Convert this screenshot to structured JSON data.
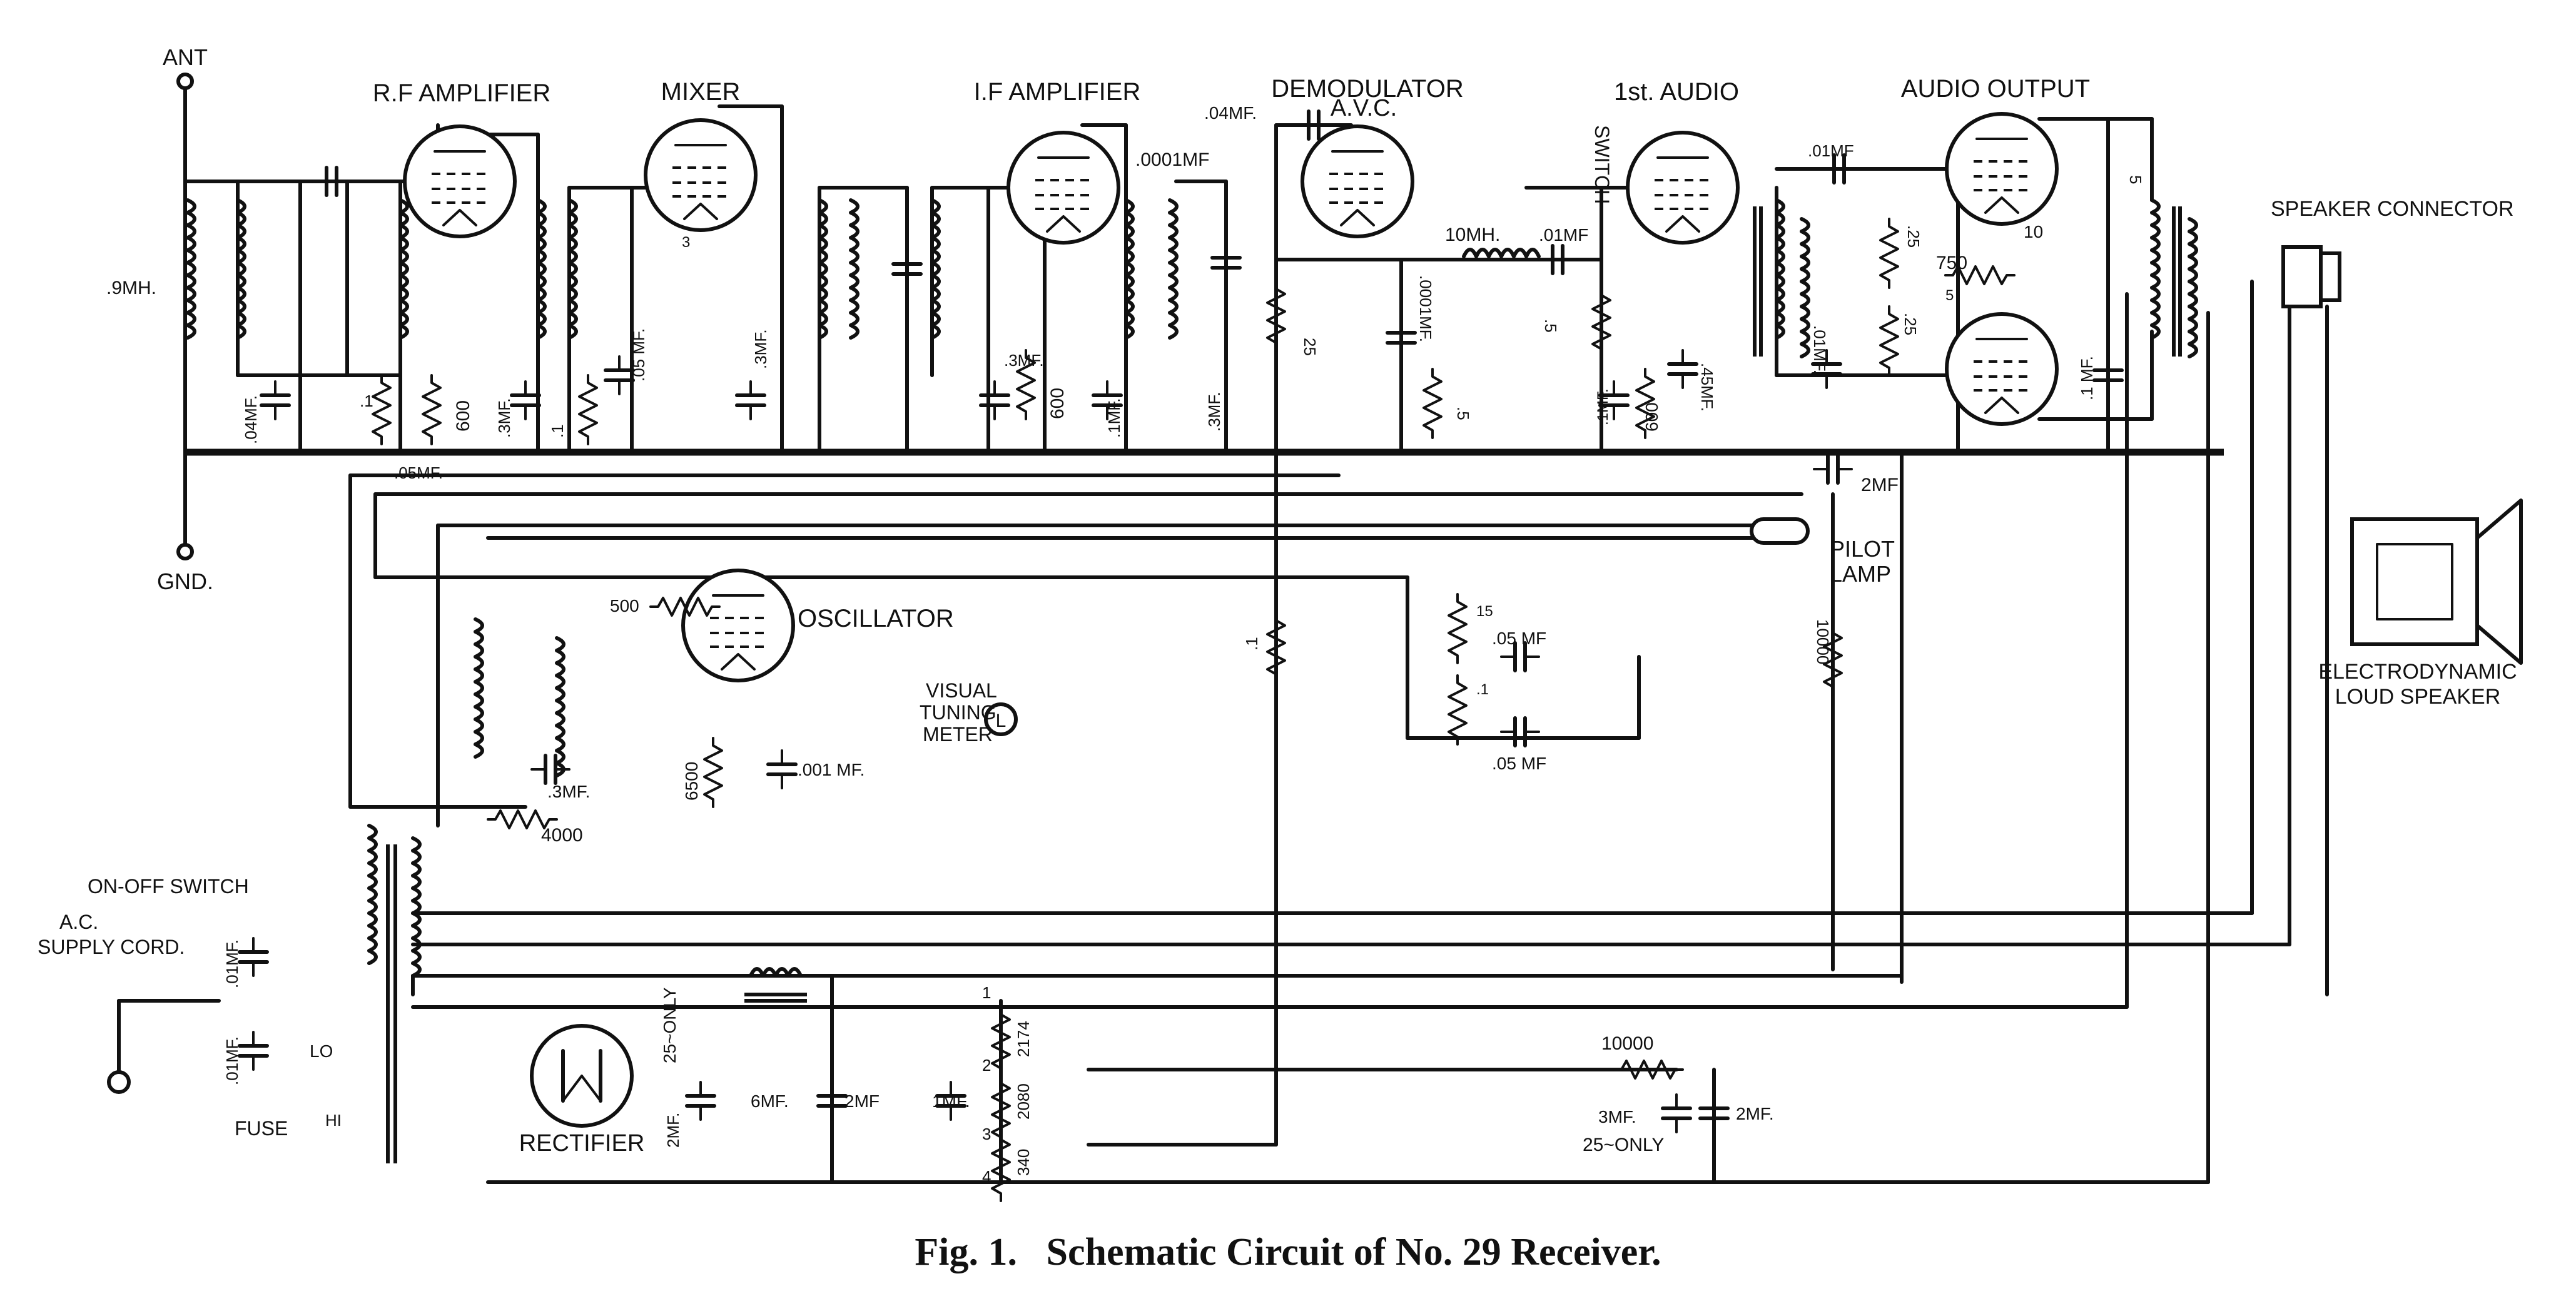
{
  "caption": "Fig. 1.   Schematic Circuit of No. 29 Receiver.",
  "stage_labels": {
    "rf_amplifier": "R.F AMPLIFIER",
    "mixer": "MIXER",
    "if_amplifier": "I.F AMPLIFIER",
    "demodulator": "DEMODULATOR",
    "avc": "A.V.C.",
    "first_audio": "1st. AUDIO",
    "audio_output": "AUDIO OUTPUT",
    "oscillator": "OSCILLATOR",
    "rectifier": "RECTIFIER"
  },
  "terminals": {
    "ant": "ANT",
    "gnd": "GND."
  },
  "callouts": {
    "speaker_connector": "SPEAKER CONNECTOR",
    "loudspeaker_line1": "ELECTRODYNAMIC",
    "loudspeaker_line2": "LOUD SPEAKER",
    "pilot_line1": "PILOT",
    "pilot_line2": "LAMP",
    "meter_line1": "VISUAL",
    "meter_line2": "TUNING",
    "meter_line3": "METER",
    "meter_symbol": "L",
    "switch": "SWITCH",
    "on_off_switch": "ON-OFF SWITCH",
    "ac_line1": "A.C.",
    "ac_line2": "SUPPLY CORD.",
    "fuse": "FUSE",
    "lo": "LO",
    "hi": "HI",
    "only_25_a": "25~ONLY",
    "only_25_b": "25~ONLY"
  },
  "component_values": {
    "ant_coil": ".9MH.",
    "c_04": ".04MF.",
    "r_rf_1": ".1",
    "c_05a": ".05MF.",
    "r_600_rf": "600",
    "c_3_rf": ".3MF.",
    "r_mixer_1": ".1",
    "c_05_mixer": ".05 MF.",
    "r_3w": "3",
    "c_3_mixer": ".3MF.",
    "c_3_if": ".3MF.",
    "r_600_if": "600",
    "c_1_if": ".1MF.",
    "c_3_if2": ".3MF.",
    "c_0001": ".0001MF",
    "c_04_demod": ".04MF.",
    "r_25": "25",
    "c_0001b": ".0001MF.",
    "r_5_demod": ".5",
    "l_10mh": "10MH.",
    "c_01_audio": ".01MF",
    "r_5_audio": ".5",
    "c_1_audio": ".1MF.",
    "r_600_audio": "600",
    "c_45": ".45MF.",
    "c_01_out": ".01MF",
    "c_01_out2": ".01MF.",
    "r_25_out": ".25",
    "r_25_out2": ".25",
    "r_750": "750",
    "r_10": "10",
    "r_5_out": "5",
    "r_5_out2": "5",
    "c_1_out": ".1 MF.",
    "c_2mf": "2MF",
    "r_10000_a": "10000",
    "r_500": "500",
    "c_3_osc": ".3MF.",
    "r_6500": "6500",
    "c_001": ".001 MF.",
    "r_4000": "4000",
    "r_1_meter": ".1",
    "r_15": "15",
    "c_05b": ".05 MF",
    "r_1b": ".1",
    "c_05c": ".05 MF",
    "c_01_ac1": ".01MF.",
    "c_01_ac2": ".01MF.",
    "c_2mf_25": "2MF.",
    "c_6mf": "6MF.",
    "c_2mf_b": "2MF",
    "c_1mf": "1MF.",
    "r_2174": "2174",
    "r_2080": "2080",
    "r_340": "340",
    "tap_1": "1",
    "tap_2": "2",
    "tap_3": "3",
    "tap_4": "4",
    "r_10000_b": "10000",
    "c_3mf": "3MF.",
    "c_2mf_c": "2MF."
  }
}
